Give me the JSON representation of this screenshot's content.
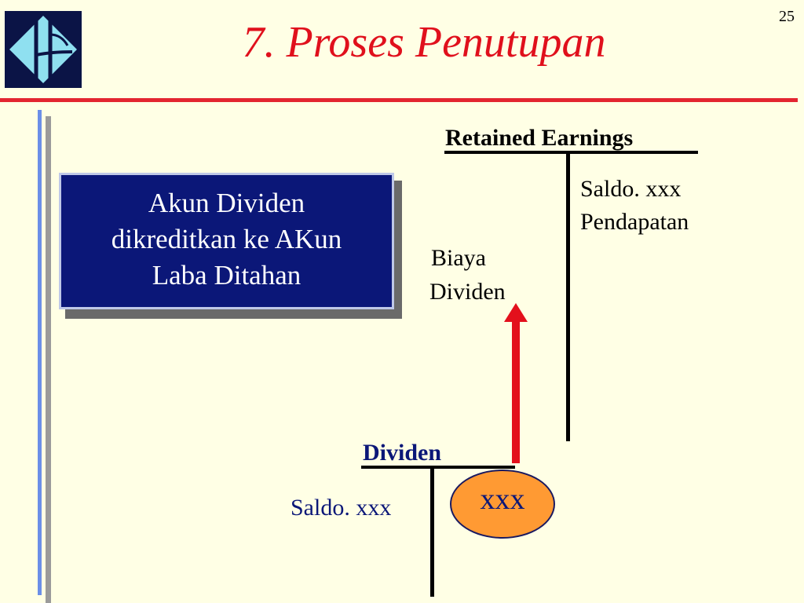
{
  "page_number": "25",
  "title": "7.  Proses Penutupan",
  "logo": {
    "icon": "diamond-sail-logo",
    "colors": {
      "background": "#0B1446",
      "diamond": "#8FE0F0"
    }
  },
  "note": {
    "lines": [
      "Akun Dividen",
      "dikreditkan ke AKun",
      "Laba Ditahan"
    ]
  },
  "retained_earnings": {
    "title": "Retained Earnings",
    "credit_lines": [
      "Saldo.  xxx",
      "Pendapatan"
    ],
    "debit_lines": [
      "Biaya",
      "Dividen"
    ]
  },
  "dividen_account": {
    "title": "Dividen",
    "debit": "Saldo. xxx",
    "credit": "xxx"
  },
  "colors": {
    "title": "#E0101C",
    "rule": "#E32530",
    "note_box": "#0B1778",
    "arrow": "#E3101C",
    "oval": "#FF9A33",
    "background": "#FFFFE5"
  }
}
